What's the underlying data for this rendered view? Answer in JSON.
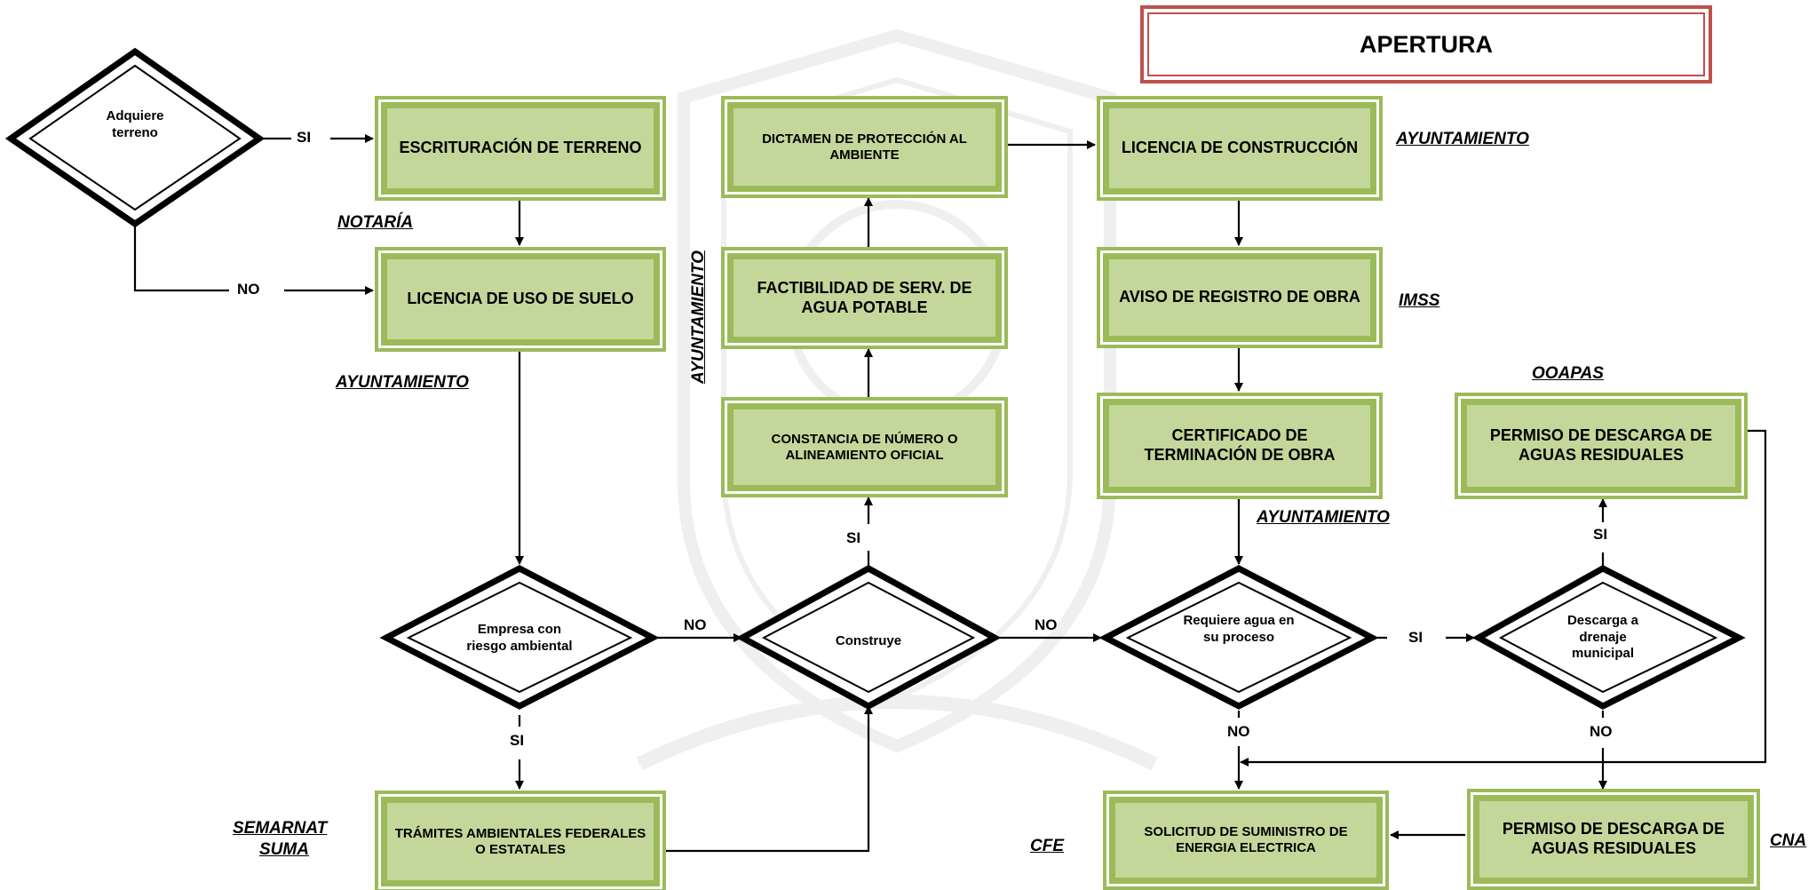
{
  "title": "APERTURA",
  "boxes": {
    "escrituracion": "ESCRITURACIÓN DE TERRENO",
    "licencia_uso_suelo": "LICENCIA DE USO DE SUELO",
    "dictamen": "DICTAMEN DE PROTECCIÓN AL AMBIENTE",
    "factibilidad": "FACTIBILIDAD DE SERV. DE AGUA POTABLE",
    "constancia": "CONSTANCIA DE NÚMERO O ALINEAMIENTO OFICIAL",
    "licencia_construccion": "LICENCIA DE CONSTRUCCIÓN",
    "aviso_registro": "AVISO DE REGISTRO DE OBRA",
    "certificado": "CERTIFICADO DE TERMINACIÓN DE OBRA",
    "permiso_ooapas": "PERMISO DE DESCARGA DE AGUAS RESIDUALES",
    "tramites": "TRÁMITES AMBIENTALES FEDERALES O ESTATALES",
    "solicitud_cfe": "SOLICITUD DE SUMINISTRO DE ENERGIA ELECTRICA",
    "permiso_cna": "PERMISO DE DESCARGA DE AGUAS RESIDUALES"
  },
  "decisions": {
    "adquiere": "Adquiere terreno",
    "riesgo": "Empresa con riesgo ambiental",
    "construye": "Construye",
    "agua": "Requiere agua en su proceso",
    "descarga": "Descarga a drenaje municipal"
  },
  "edge_labels": {
    "adquiere_si": "SI",
    "adquiere_no": "NO",
    "riesgo_no": "NO",
    "riesgo_si": "SI",
    "construye_si": "SI",
    "construye_no": "NO",
    "agua_si": "SI",
    "agua_no": "NO",
    "descarga_si": "SI",
    "descarga_no": "NO"
  },
  "organizations": {
    "notaria": "NOTARÍA",
    "ayuntamiento_uso": "AYUNTAMIENTO",
    "ayuntamiento_vertical": "AYUNTAMIENTO",
    "ayuntamiento_licencia": "AYUNTAMIENTO",
    "imss": "IMSS",
    "ayuntamiento_certificado": "AYUNTAMIENTO",
    "ooapas": "OOAPAS",
    "semarnat": "SEMARNAT",
    "suma": "SUMA",
    "cfe": "CFE",
    "cna": "CNA"
  },
  "colors": {
    "box_border": "#9bbb59",
    "box_fill": "#c4d79b",
    "title_border": "#c0504d",
    "line": "#000000"
  }
}
